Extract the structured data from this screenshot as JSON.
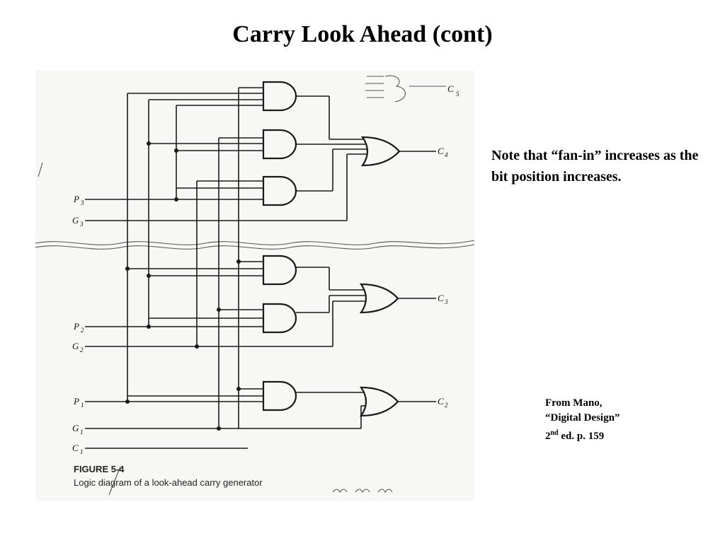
{
  "title": "Carry Look Ahead (cont)",
  "note": "Note that “fan-in” increases as the bit position increases.",
  "source": {
    "line1": "From Mano,",
    "line2": "“Digital Design”",
    "edition_number": "2",
    "edition_suffix": "nd",
    "edition_rest": " ed. p. 159"
  },
  "figure": {
    "label": "FIGURE 5-4",
    "caption": "Logic diagram of a look-ahead carry generator"
  },
  "signals": {
    "p3": {
      "letter": "P",
      "sub": "3"
    },
    "g3": {
      "letter": "G",
      "sub": "3"
    },
    "p2": {
      "letter": "P",
      "sub": "2"
    },
    "g2": {
      "letter": "G",
      "sub": "2"
    },
    "p1": {
      "letter": "P",
      "sub": "1"
    },
    "g1": {
      "letter": "G",
      "sub": "1"
    },
    "c1": {
      "letter": "C",
      "sub": "1"
    },
    "c4": {
      "letter": "C",
      "sub": "4"
    },
    "c3": {
      "letter": "C",
      "sub": "3"
    },
    "c2": {
      "letter": "C",
      "sub": "2"
    },
    "c5_note": {
      "letter": "C",
      "sub": "5"
    }
  }
}
